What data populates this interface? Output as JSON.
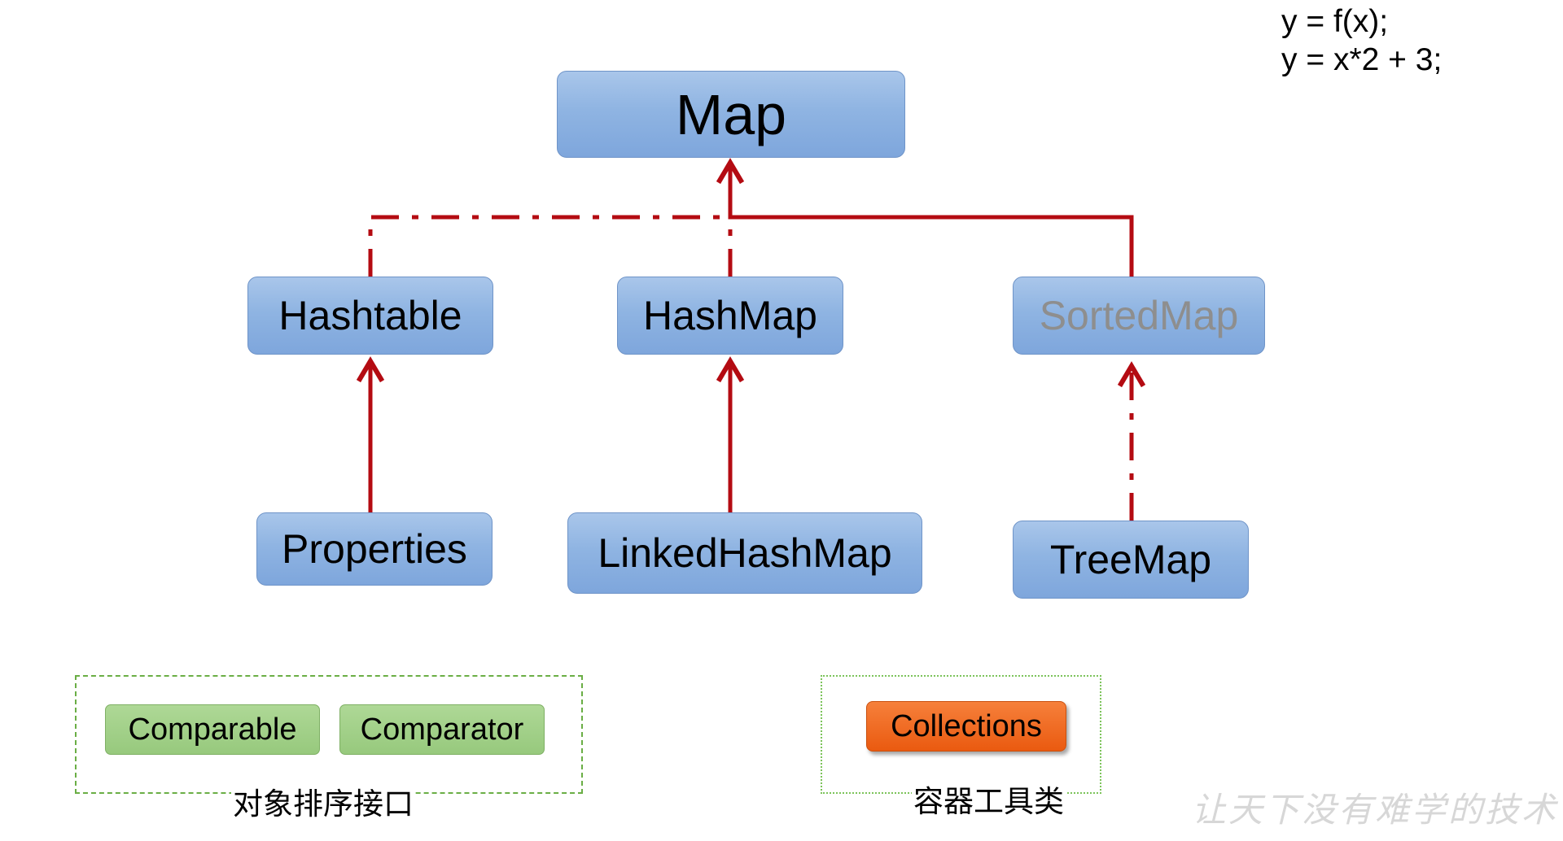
{
  "formulas": {
    "line1": "y = f(x);",
    "line2": "y =  x*2 + 3;"
  },
  "nodes": {
    "map": "Map",
    "hashtable": "Hashtable",
    "hashmap": "HashMap",
    "sortedmap": "SortedMap",
    "properties": "Properties",
    "linkedhashmap": "LinkedHashMap",
    "treemap": "TreeMap"
  },
  "sort_interfaces": {
    "comparable": "Comparable",
    "comparator": "Comparator",
    "caption": "对象排序接口"
  },
  "container_tools": {
    "collections": "Collections",
    "caption": "容器工具类"
  },
  "watermark": "让天下没有难学的技术",
  "colors": {
    "edge": "#b40b12",
    "node_blue": "#8fb4e2",
    "node_green": "#97c97d",
    "node_orange": "#ea5a10",
    "group_border": "#6aae45",
    "disabled_text": "#8e8e8e"
  }
}
